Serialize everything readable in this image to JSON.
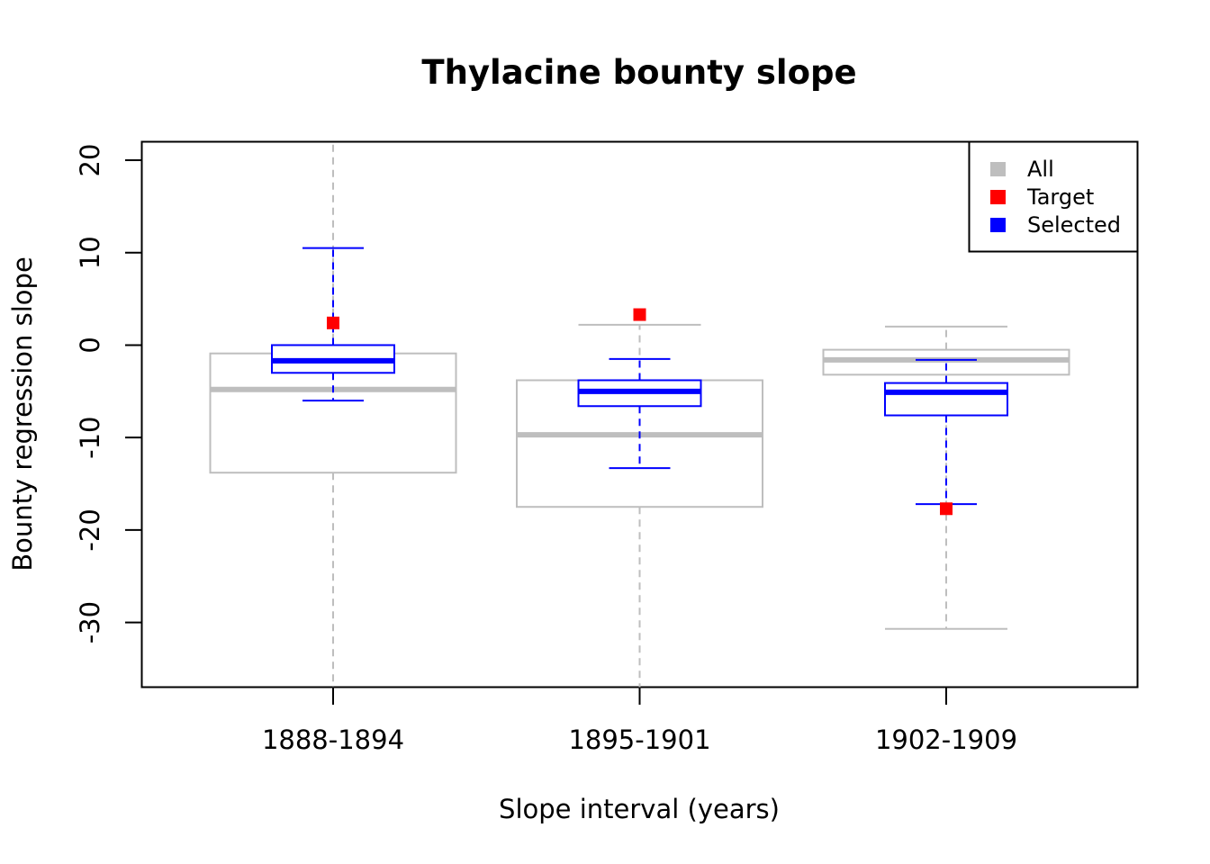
{
  "chart_data": {
    "type": "boxplot",
    "title": "Thylacine bounty slope",
    "xlabel": "Slope interval (years)",
    "ylabel": "Bounty regression slope",
    "ylim": [
      -37,
      22
    ],
    "yticks": [
      -30,
      -20,
      -10,
      0,
      10,
      20
    ],
    "ytick_labels": [
      "-30",
      "-20",
      "-10",
      "0",
      "10",
      "20"
    ],
    "categories": [
      "1888-1894",
      "1895-1901",
      "1902-1909"
    ],
    "grid": false,
    "legend": {
      "position": "top-right",
      "entries": [
        {
          "label": "All",
          "color": "#bebebe"
        },
        {
          "label": "Target",
          "color": "#ff0000"
        },
        {
          "label": "Selected",
          "color": "#0000ff"
        }
      ]
    },
    "series": [
      {
        "name": "All",
        "color": "#bebebe",
        "boxes": [
          {
            "whisker_low": -37,
            "q1": -13.8,
            "median": -4.8,
            "q3": -0.9,
            "whisker_high": 22
          },
          {
            "whisker_low": -37,
            "q1": -17.5,
            "median": -9.7,
            "q3": -3.8,
            "whisker_high": 2.2
          },
          {
            "whisker_low": -30.7,
            "q1": -3.2,
            "median": -1.6,
            "q3": -0.5,
            "whisker_high": 2.0
          }
        ]
      },
      {
        "name": "Selected",
        "color": "#0000ff",
        "boxes": [
          {
            "whisker_low": -6.0,
            "q1": -3.0,
            "median": -1.7,
            "q3": 0.0,
            "whisker_high": 10.5
          },
          {
            "whisker_low": -13.3,
            "q1": -6.6,
            "median": -5.0,
            "q3": -3.8,
            "whisker_high": -1.5
          },
          {
            "whisker_low": -17.2,
            "q1": -7.6,
            "median": -5.1,
            "q3": -4.1,
            "whisker_high": -1.6
          }
        ]
      },
      {
        "name": "Target",
        "color": "#ff0000",
        "values": [
          2.4,
          3.3,
          -17.7
        ]
      }
    ]
  }
}
